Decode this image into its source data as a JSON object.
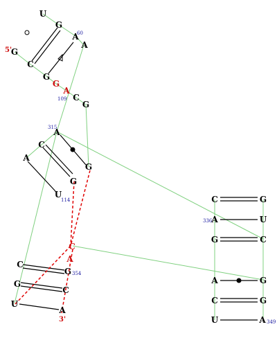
{
  "colors": {
    "backbone": "#7fd07f",
    "base_pair": "#000000",
    "noncanonical": "#e00000",
    "nucleotide": "#000000",
    "highlight_nucleotide": "#d01010",
    "number_label": "#1a1aa0",
    "end_label": "#d01010"
  },
  "labels": {
    "five_prime": "5'",
    "three_prime": "3'",
    "n60": "60",
    "n109": "109",
    "n114": "114",
    "n315": "315",
    "n336": "336",
    "n349": "349",
    "n354": "354"
  },
  "nucleotides": {
    "u_top": "U",
    "g_a": "G",
    "a60": "A",
    "a_right": "A",
    "g5": "G",
    "c_left": "C",
    "g_lower": "G",
    "g_red": "G",
    "a_red": "A",
    "c109": "C",
    "g_back": "G",
    "a315": "A",
    "c_mid": "C",
    "a_left": "A",
    "g_mid_right": "G",
    "g_mid_low": "G",
    "u114": "U",
    "c_center": "C",
    "a_center": "A",
    "c_lower_left": "C",
    "g354": "G",
    "g_lower_left": "G",
    "c_lower_right": "C",
    "u_bottom_left": "U",
    "a_bottom": "A",
    "r_c1": "C",
    "r_g1": "G",
    "r_a336": "A",
    "r_u": "U",
    "r_g2": "G",
    "r_c2": "C",
    "r_a": "A",
    "r_g3": "G",
    "r_c3": "C",
    "r_g4": "G",
    "r_u2": "U",
    "r_a349": "A"
  }
}
